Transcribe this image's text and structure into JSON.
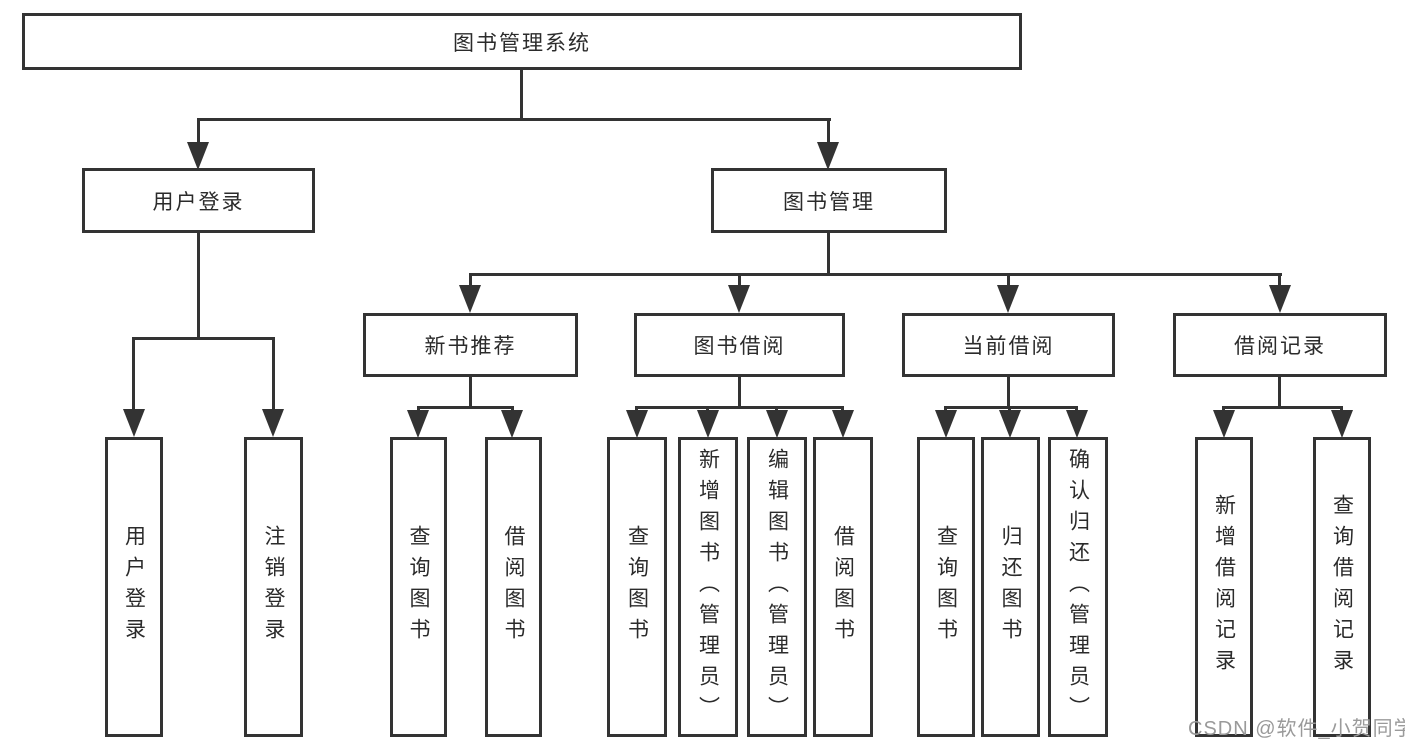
{
  "diagram": {
    "root": "图书管理系统",
    "level2": [
      "用户登录",
      "图书管理"
    ],
    "level3": [
      "新书推荐",
      "图书借阅",
      "当前借阅",
      "借阅记录"
    ],
    "leaves": {
      "user_login": [
        "用户登录",
        "注销登录"
      ],
      "new_book": [
        "查询图书",
        "借阅图书"
      ],
      "book_borrow": [
        "查询图书",
        "新增图书（管理员）",
        "编辑图书（管理员）",
        "借阅图书"
      ],
      "current_borrow": [
        "查询图书",
        "归还图书",
        "确认归还（管理员）"
      ],
      "borrow_record": [
        "新增借阅记录",
        "查询借阅记录"
      ]
    }
  },
  "watermark": {
    "text": "CSDN @软件_小贺同学"
  },
  "colors": {
    "line": "#333333",
    "text": "#2b2b2b",
    "watermark": "#9a9a9a",
    "background": "#ffffff"
  }
}
